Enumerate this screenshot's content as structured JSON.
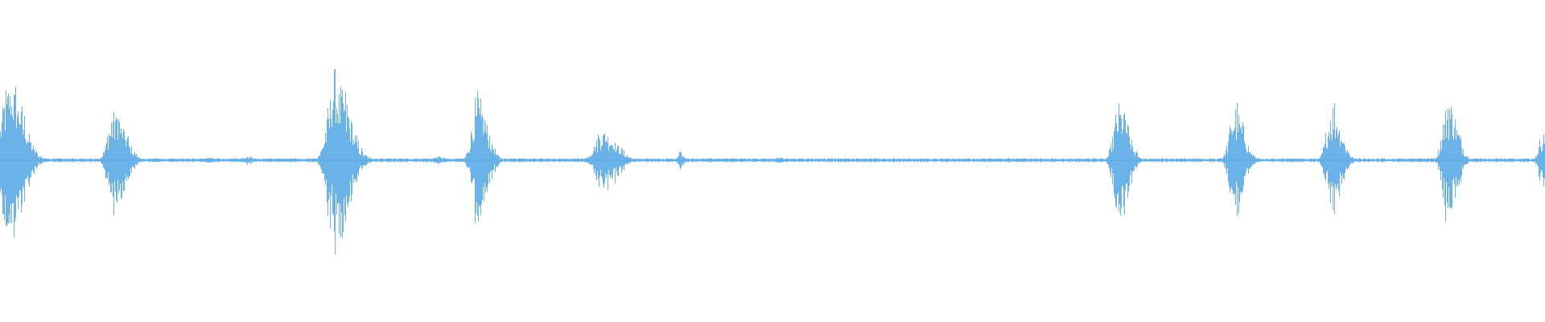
{
  "waveform": {
    "color": "#5aaae6",
    "background": "#ffffff",
    "duration_fraction_unit": "relative",
    "bursts": [
      {
        "t": 0.006,
        "amp": 0.97,
        "width": 0.022
      },
      {
        "t": 0.074,
        "amp": 0.61,
        "width": 0.018
      },
      {
        "t": 0.135,
        "amp": 0.04,
        "width": 0.01
      },
      {
        "t": 0.16,
        "amp": 0.05,
        "width": 0.01
      },
      {
        "t": 0.217,
        "amp": 1.0,
        "width": 0.022
      },
      {
        "t": 0.283,
        "amp": 0.05,
        "width": 0.01
      },
      {
        "t": 0.309,
        "amp": 0.72,
        "width": 0.016
      },
      {
        "t": 0.39,
        "amp": 0.39,
        "width": 0.022
      },
      {
        "t": 0.44,
        "amp": 0.1,
        "width": 0.006
      },
      {
        "t": 0.473,
        "amp": 0.03,
        "width": 0.008
      },
      {
        "t": 0.503,
        "amp": 0.05,
        "width": 0.008
      },
      {
        "t": 0.559,
        "amp": 0.02,
        "width": 0.008
      },
      {
        "t": 0.58,
        "amp": 0.02,
        "width": 0.006
      },
      {
        "t": 0.63,
        "amp": 0.01,
        "width": 0.008
      },
      {
        "t": 0.724,
        "amp": 0.69,
        "width": 0.015
      },
      {
        "t": 0.799,
        "amp": 0.64,
        "width": 0.015
      },
      {
        "t": 0.862,
        "amp": 0.66,
        "width": 0.015
      },
      {
        "t": 0.937,
        "amp": 0.74,
        "width": 0.015
      },
      {
        "t": 0.998,
        "amp": 0.35,
        "width": 0.01
      }
    ]
  }
}
